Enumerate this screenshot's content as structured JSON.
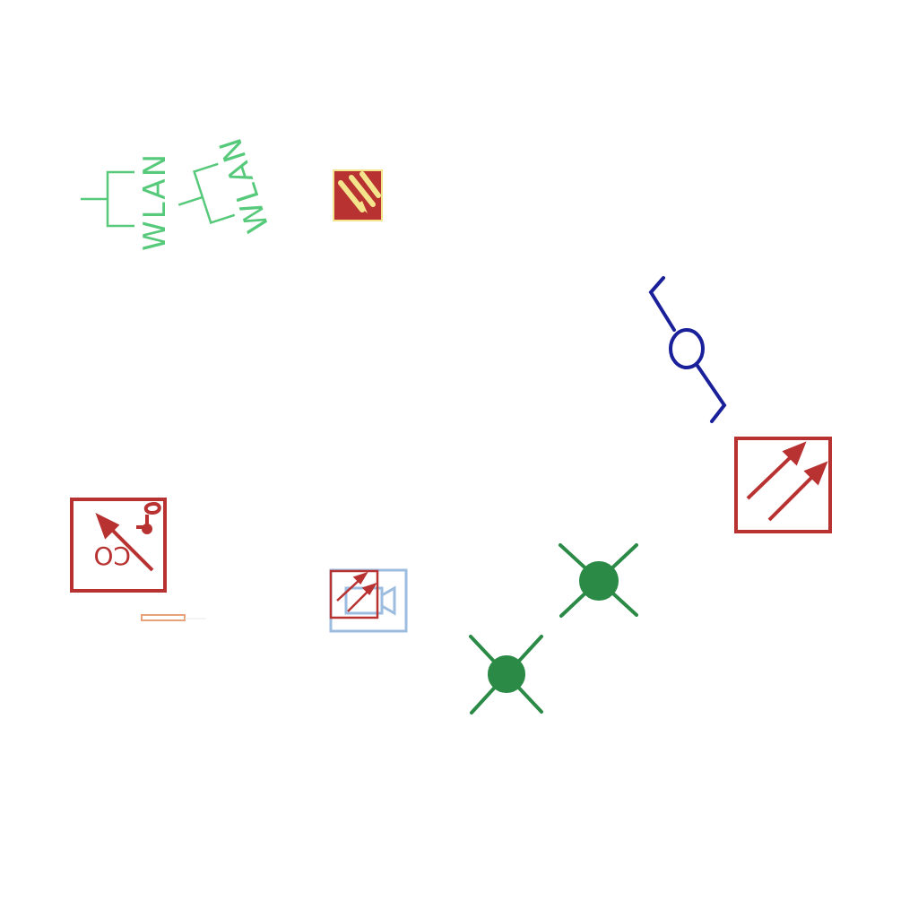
{
  "colors": {
    "wlan_green": "#56c97a",
    "alarm_red": "#b83232",
    "alarm_yellow": "#f4e48c",
    "valve_blue": "#1a1f9a",
    "cross_green": "#2a8a46",
    "camera_blue": "#9cbde0",
    "strip_orange": "#e8a27a",
    "background": "#ffffff"
  },
  "symbols": [
    {
      "name": "wlan-antenna-symbol",
      "label": "WLAN",
      "icon": "wlan-icon"
    },
    {
      "name": "wlan-antenna-symbol-rotated",
      "label": "WLAN",
      "icon": "wlan-icon"
    },
    {
      "name": "fire-alarm-small-symbol",
      "icon": "double-arrow-icon"
    },
    {
      "name": "check-valve-symbol",
      "icon": "valve-icon"
    },
    {
      "name": "dual-detector-symbol",
      "icon": "double-arrow-icon"
    },
    {
      "name": "co-detector-symbol",
      "label": "CO",
      "icon": "co-detector-icon"
    },
    {
      "name": "camera-detector-symbol",
      "icon": "camera-icon"
    },
    {
      "name": "strip-symbol",
      "icon": "strip-icon"
    },
    {
      "name": "lamp-cross-symbol-upper",
      "icon": "lamp-icon"
    },
    {
      "name": "lamp-cross-symbol-lower",
      "icon": "lamp-icon"
    }
  ]
}
